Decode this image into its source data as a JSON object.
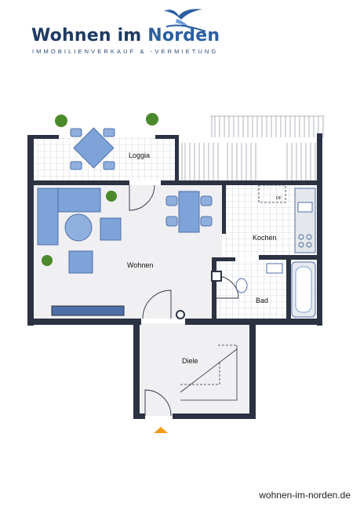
{
  "logo": {
    "brand_part1": "Wohnen im",
    "brand_part2": "Norden",
    "tagline": "IMMOBILIENVERKAUF & -VERMIETUNG"
  },
  "rooms": {
    "loggia": "Loggia",
    "wohnen": "Wohnen",
    "kochen": "Kochen",
    "bad": "Bad",
    "diele": "Diele"
  },
  "labels": {
    "df": "DF"
  },
  "footer": {
    "website": "wohnen-im-norden.de"
  },
  "colors": {
    "wall": "#2b3242",
    "furniture": "#7ea3d8",
    "furniture_dark": "#4f6fa8",
    "tile_grid": "#b7bcc6",
    "plant": "#4a8a2a",
    "entrance_marker": "#f39a1e",
    "brand": "#1f3a63"
  }
}
